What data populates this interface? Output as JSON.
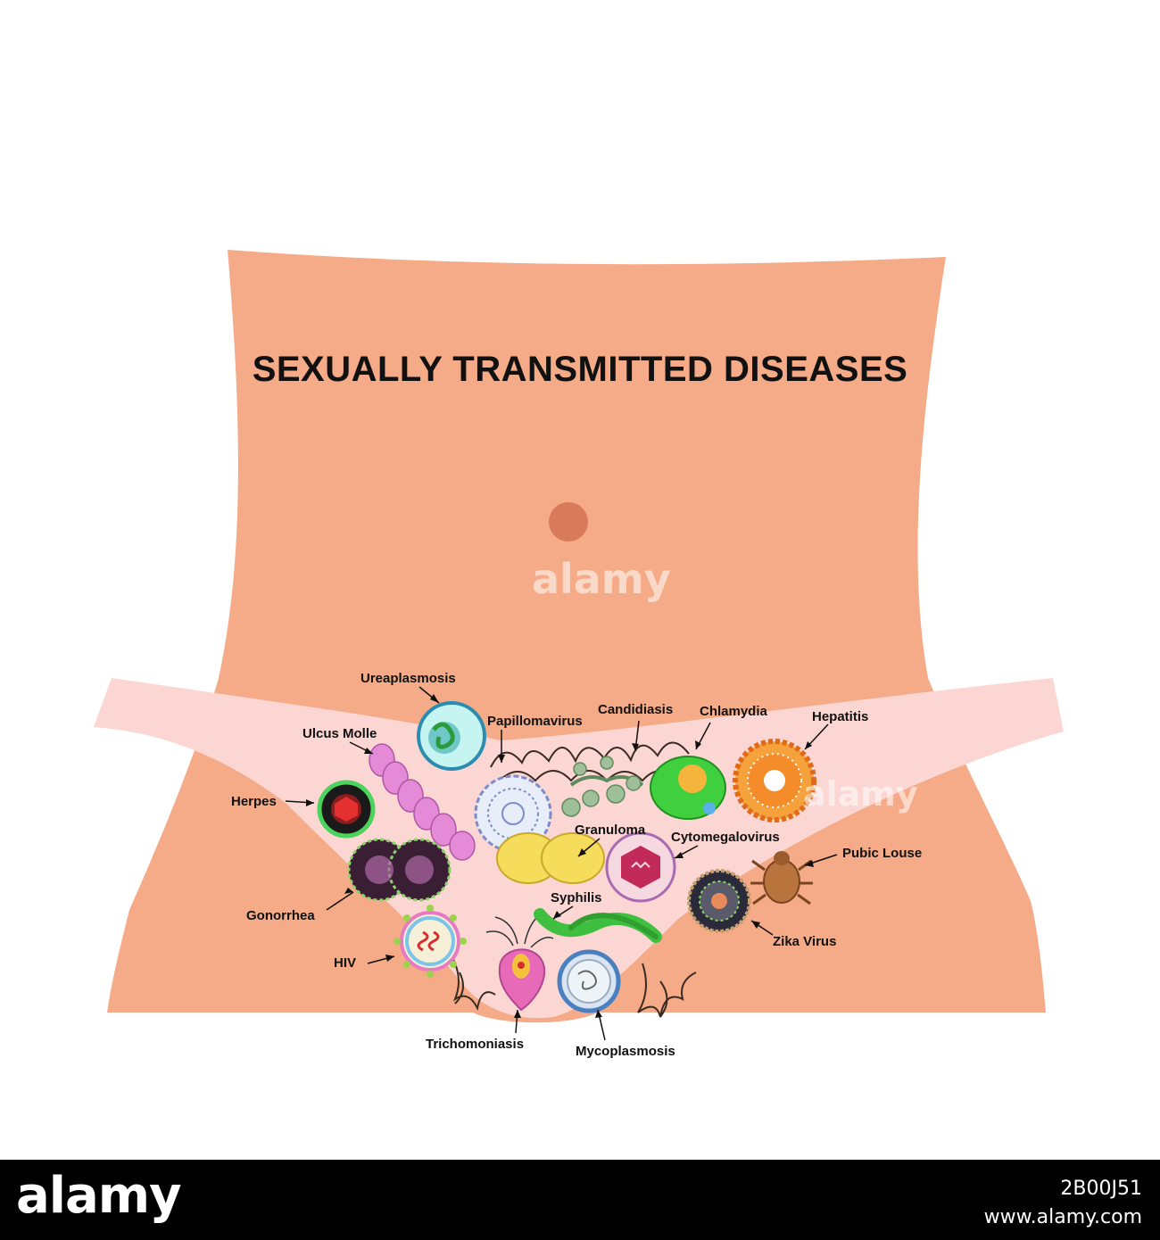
{
  "title": "SEXUALLY TRANSMITTED DISEASES",
  "labels": {
    "ureaplasmosis": "Ureaplasmosis",
    "ulcus_molle": "Ulcus Molle",
    "herpes": "Herpes",
    "gonorrhea": "Gonorrhea",
    "hiv": "HIV",
    "trichomoniasis": "Trichomoniasis",
    "mycoplasmosis": "Mycoplasmosis",
    "papillomavirus": "Papillomavirus",
    "candidiasis": "Candidiasis",
    "chlamydia": "Chlamydia",
    "hepatitis": "Hepatitis",
    "granuloma": "Granuloma",
    "cytomegalovirus": "Cytomegalovirus",
    "pubic_louse": "Pubic Louse",
    "syphilis": "Syphilis",
    "zika_virus": "Zika Virus"
  },
  "watermark": "alamy",
  "footer": {
    "logo": "alamy",
    "image_id": "2B00J51",
    "url": "www.alamy.com"
  },
  "colors": {
    "skin": "#f5ab87",
    "navel": "#d97a5c",
    "underwear": "#fcd6d2",
    "footer_bg": "#000000"
  }
}
